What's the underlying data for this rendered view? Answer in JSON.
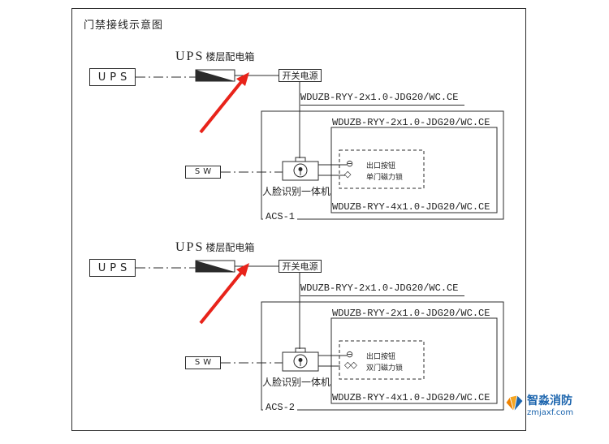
{
  "title": "门禁接线示意图",
  "sections": [
    {
      "ups_label": "UPS",
      "dist_box_big": "UPS",
      "dist_box_small": "楼层配电箱",
      "psu_label": "开关电源",
      "riser_cable": "WDUZB-RYY-2x1.0-JDG20/WC.CE",
      "panel_cable_top": "WDUZB-RYY-2x1.0-JDG20/WC.CE",
      "panel_cable_bottom": "WDUZB-RYY-4x1.0-JDG20/WC.CE",
      "device_label": "人脸识别一体机",
      "sw_label": "SW",
      "exit_symbol": "⊖",
      "exit_label": "出口按钮",
      "lock_symbol": "◇",
      "lock_label": "单门磁力锁",
      "panel_id": "ACS-1"
    },
    {
      "ups_label": "UPS",
      "dist_box_big": "UPS",
      "dist_box_small": "楼层配电箱",
      "psu_label": "开关电源",
      "riser_cable": "WDUZB-RYY-2x1.0-JDG20/WC.CE",
      "panel_cable_top": "WDUZB-RYY-2x1.0-JDG20/WC.CE",
      "panel_cable_bottom": "WDUZB-RYY-4x1.0-JDG20/WC.CE",
      "device_label": "人脸识别一体机",
      "sw_label": "SW",
      "exit_symbol": "⊖",
      "exit_label": "出口按钮",
      "lock_symbol": "◇◇",
      "lock_label": "双门磁力锁",
      "panel_id": "ACS-2"
    }
  ],
  "watermark": {
    "brand": "智淼消防",
    "site": "zmjaxf.com"
  },
  "colors": {
    "line": "#2b2b2b",
    "arrow_red": "#e8231a",
    "brand_blue": "#1b64ad",
    "brand_orange": "#f08300"
  }
}
